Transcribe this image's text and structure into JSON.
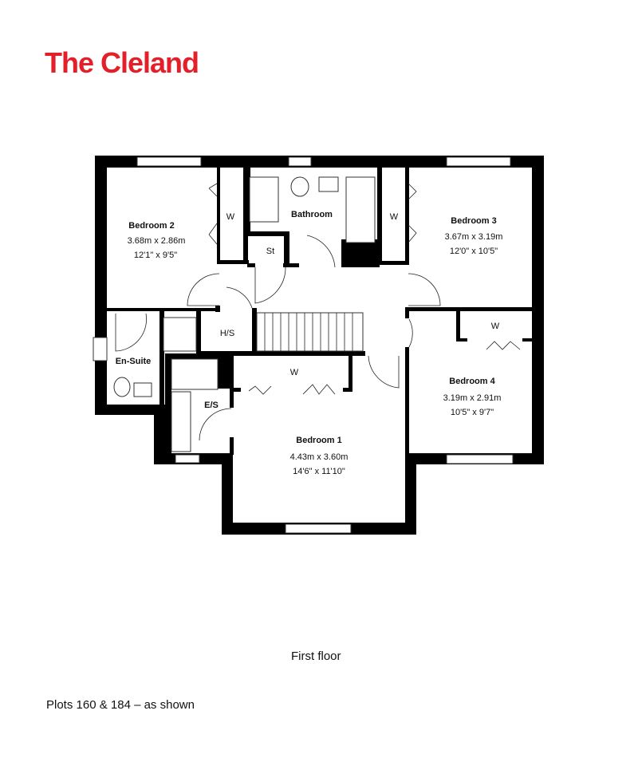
{
  "title": "The Cleland",
  "floor_label": "First floor",
  "plots_note": "Plots 160 & 184 – as shown",
  "brand_color": "#e3202a",
  "rooms": {
    "bedroom2": {
      "name": "Bedroom 2",
      "metric": "3.68m x 2.86m",
      "imperial": "12'1\" x 9'5\""
    },
    "bedroom3": {
      "name": "Bedroom 3",
      "metric": "3.67m x 3.19m",
      "imperial": "12'0\" x 10'5\""
    },
    "bedroom4": {
      "name": "Bedroom 4",
      "metric": "3.19m x 2.91m",
      "imperial": "10'5\" x 9'7\""
    },
    "bedroom1": {
      "name": "Bedroom 1",
      "metric": "4.43m x 3.60m",
      "imperial": "14'6\" x 11'10\""
    },
    "bathroom": {
      "name": "Bathroom"
    },
    "ensuite": {
      "name": "En-Suite"
    },
    "es": {
      "name": "E/S"
    },
    "st": {
      "name": "St"
    },
    "hs": {
      "name": "H/S"
    },
    "wardrobe": {
      "name": "W"
    }
  }
}
